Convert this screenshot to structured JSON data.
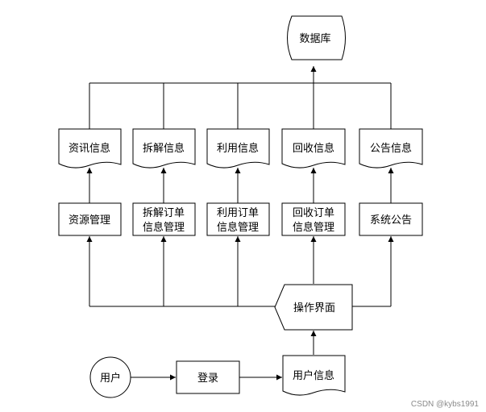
{
  "nodes": {
    "database": "数据库",
    "doc_resource_info": "资讯信息",
    "doc_dismantle_info": "拆解信息",
    "doc_use_info": "利用信息",
    "doc_recycle_info": "回收信息",
    "doc_notice_info": "公告信息",
    "proc_resource_mgmt": "资源管理",
    "proc_dismantle_order_l1": "拆解订单",
    "proc_dismantle_order_l2": "信息管理",
    "proc_use_order_l1": "利用订单",
    "proc_use_order_l2": "信息管理",
    "proc_recycle_order_l1": "回收订单",
    "proc_recycle_order_l2": "信息管理",
    "proc_notice": "系统公告",
    "ui": "操作界面",
    "user": "用户",
    "login": "登录",
    "user_info": "用户信息"
  },
  "watermark": "CSDN @kybs1991"
}
